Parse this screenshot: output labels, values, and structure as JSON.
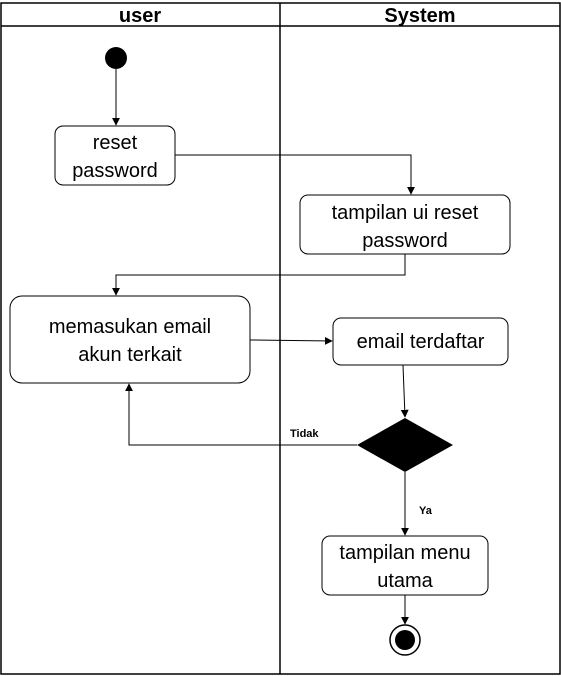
{
  "lanes": [
    {
      "title": "user"
    },
    {
      "title": "System"
    }
  ],
  "nodes": {
    "reset_password": {
      "lines": [
        "reset",
        "password"
      ]
    },
    "tampilan_ui_reset": {
      "lines": [
        "tampilan ui reset",
        "password"
      ]
    },
    "memasukan_email": {
      "lines": [
        "memasukan email",
        "akun terkait"
      ]
    },
    "email_terdaftar": {
      "lines": [
        "email terdaftar"
      ]
    },
    "tampilan_menu_utama": {
      "lines": [
        "tampilan menu",
        "utama"
      ]
    }
  },
  "edges": {
    "tidak": "Tidak",
    "ya": "Ya"
  },
  "colors": {
    "stroke": "#000000",
    "fill": "#ffffff",
    "solid": "#000000"
  }
}
